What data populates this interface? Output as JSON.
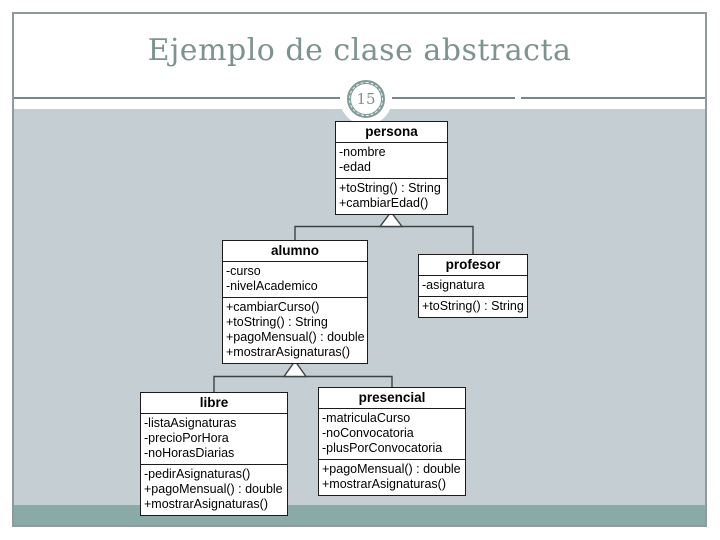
{
  "slide": {
    "title": "Ejemplo de clase abstracta",
    "page_number": "15",
    "accent_colors": {
      "title_text": "#7e9390",
      "divider_line": "#75898b",
      "page_circle_ring": "#7f9c98",
      "content_background": "#c5cfd3",
      "bottom_band": "#8aaaa7"
    }
  },
  "diagram": {
    "type": "uml-class-diagram",
    "classes": [
      {
        "name": "persona",
        "attributes": [
          "-nombre",
          "-edad"
        ],
        "methods": [
          "+toString() : String",
          "+cambiarEdad()"
        ]
      },
      {
        "name": "alumno",
        "attributes": [
          "-curso",
          "-nivelAcademico"
        ],
        "methods": [
          "+cambiarCurso()",
          "+toString() : String",
          "+pagoMensual() : double",
          "+mostrarAsignaturas()"
        ]
      },
      {
        "name": "profesor",
        "attributes": [
          "-asignatura"
        ],
        "methods": [
          "+toString() : String"
        ]
      },
      {
        "name": "libre",
        "attributes": [
          "-listaAsignaturas",
          "-precioPorHora",
          "-noHorasDiarias"
        ],
        "methods": [
          "-pedirAsignaturas()",
          "+pagoMensual() : double",
          "+mostrarAsignaturas()"
        ]
      },
      {
        "name": "presencial",
        "attributes": [
          "-matriculaCurso",
          "-noConvocatoria",
          "-plusPorConvocatoria"
        ],
        "methods": [
          "+pagoMensual() : double",
          "+mostrarAsignaturas()"
        ]
      }
    ],
    "inheritance": [
      {
        "child": "alumno",
        "parent": "persona"
      },
      {
        "child": "profesor",
        "parent": "persona"
      },
      {
        "child": "libre",
        "parent": "alumno"
      },
      {
        "child": "presencial",
        "parent": "alumno"
      }
    ]
  }
}
